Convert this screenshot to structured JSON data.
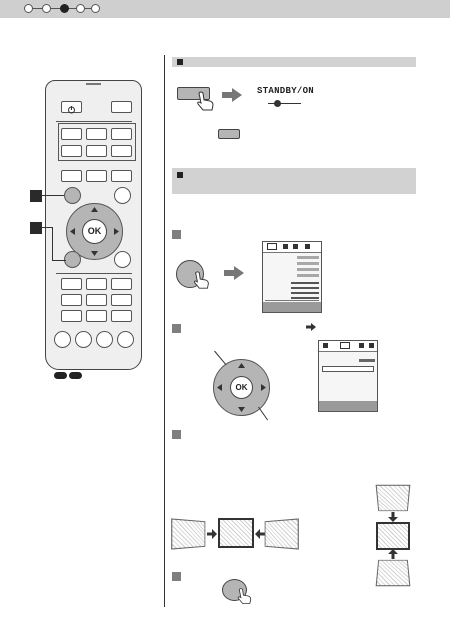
{
  "remote": {
    "ok_label": "OK"
  },
  "step1": {
    "standby_label": "STANDBY/ON"
  },
  "step2": {
    "ok_label": "OK"
  },
  "colors": {
    "header_bg": "#d2d2d2",
    "button_gray": "#b5b5b5",
    "topbar_bg": "#cfcfcf"
  },
  "icons": [
    "power-icon",
    "hand-pointer-icon",
    "right-arrow-icon",
    "dpad-arrow-icons",
    "menu-screen-icon",
    "image-thumbnail-icon"
  ]
}
